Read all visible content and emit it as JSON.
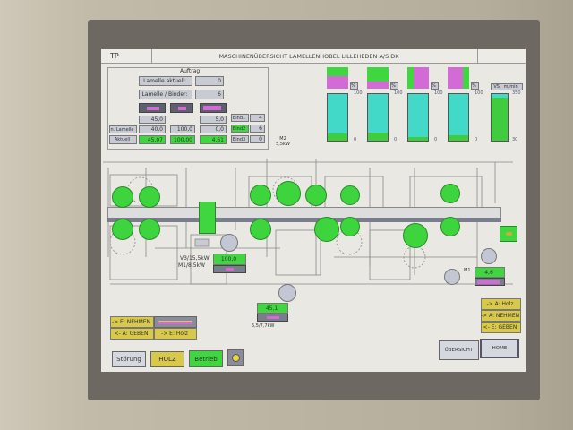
{
  "header": {
    "left": "TP",
    "title": "MASCHINENÜBERSICHT LAMELLENHOBEL LILLEHEDEN A/S DK"
  },
  "auftrag": {
    "title": "Auftrag",
    "lamelle_aktuell_label": "Lamelle aktuell:",
    "lamelle_aktuell": "0",
    "lamelle_binder_label": "Lamelle / Binder:",
    "lamelle_binder": "6",
    "soll": [
      "45,0",
      "",
      "5,0"
    ],
    "n_lamelle_label": "n. Lamelle",
    "n_lamelle": [
      "40,0",
      "100,0",
      "0,0"
    ],
    "aktuell_label": "Aktuell",
    "aktuell": [
      "45,07",
      "100,00",
      "4,61"
    ],
    "binds": [
      {
        "label": "Bind1",
        "value": "4"
      },
      {
        "label": "Bind2",
        "value": "6",
        "active": true
      },
      {
        "label": "Bind3",
        "value": "0"
      }
    ]
  },
  "gauges": [
    {
      "unit": "%",
      "max": "100",
      "min": "0",
      "fill_percent": 15
    },
    {
      "unit": "%",
      "max": "100",
      "min": "0",
      "fill_percent": 18
    },
    {
      "unit": "%",
      "max": "100",
      "min": "0",
      "fill_percent": 8
    },
    {
      "unit": "%",
      "max": "100",
      "min": "0",
      "fill_percent": 12
    }
  ],
  "speed": {
    "label": "VS",
    "unit": "m/min",
    "max": "350",
    "min": "30",
    "fill_percent": 93
  },
  "diagram": {
    "value_left": "100,0",
    "value_mid": "45,1",
    "value_right": "4,6",
    "motor1": "V3/15,5kW",
    "motor2": "M1/8,5kW",
    "motor3": "5,5/7,7kW",
    "motor_right": "M1",
    "motor_top": "M2 5,5kW"
  },
  "left_buttons": [
    "-> E: NEHMEN",
    "<- A: GEBEN",
    "-> E: Holz"
  ],
  "right_buttons": [
    "-> A: Holz",
    "-> A: NEHMEN",
    "<- E: GEBEN"
  ],
  "bottom": {
    "stoerung": "Störung",
    "holz": "HOLZ",
    "betrieb": "Betrieb",
    "uebersicht": "ÜBERSICHT",
    "home": "HOME"
  },
  "colors": {
    "green": "#3fd63f",
    "teal": "#43d9c8",
    "yellow": "#d9c94a",
    "magenta": "#d36bd6"
  }
}
